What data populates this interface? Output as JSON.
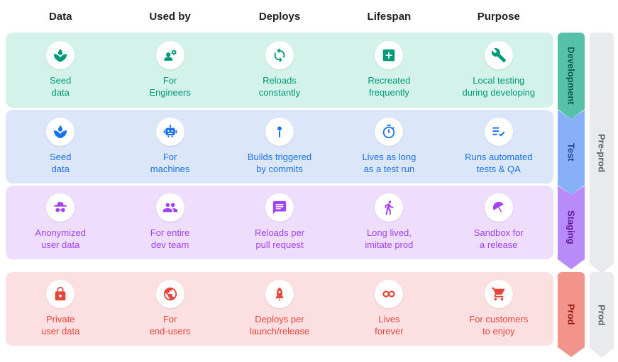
{
  "header": {
    "columns": [
      "Data",
      "Used by",
      "Deploys",
      "Lifespan",
      "Purpose"
    ]
  },
  "rows": [
    {
      "label": "Development",
      "colors": {
        "bg": "#d3f2e9",
        "text": "#00997a",
        "ribbon_bg": "#57c0a8",
        "ribbon_text": "#0b5a4a"
      },
      "cells": [
        {
          "icon": "seed-icon",
          "lines": [
            "Seed",
            "data"
          ]
        },
        {
          "icon": "engineers-icon",
          "lines": [
            "For",
            "Engineers"
          ]
        },
        {
          "icon": "sync-icon",
          "lines": [
            "Reloads",
            "constantly"
          ]
        },
        {
          "icon": "add-box-icon",
          "lines": [
            "Recreated",
            "frequently"
          ]
        },
        {
          "icon": "wrench-icon",
          "lines": [
            "Local testing",
            "during developing"
          ]
        }
      ]
    },
    {
      "label": "Test",
      "colors": {
        "bg": "#dbe6f9",
        "text": "#1a73e8",
        "ribbon_bg": "#87b0f8",
        "ribbon_text": "#1b4596"
      },
      "cells": [
        {
          "icon": "seed-icon",
          "lines": [
            "Seed",
            "data"
          ]
        },
        {
          "icon": "robot-icon",
          "lines": [
            "For",
            "machines"
          ]
        },
        {
          "icon": "commit-icon",
          "lines": [
            "Builds triggered",
            "by commits"
          ]
        },
        {
          "icon": "timer-icon",
          "lines": [
            "Lives as long",
            "as a test run"
          ]
        },
        {
          "icon": "checklist-icon",
          "lines": [
            "Runs automated",
            "tests & QA"
          ]
        }
      ]
    },
    {
      "label": "Staging",
      "colors": {
        "bg": "#eeddfd",
        "text": "#a142f4",
        "ribbon_bg": "#b88bf8",
        "ribbon_text": "#5e189e"
      },
      "cells": [
        {
          "icon": "incognito-icon",
          "lines": [
            "Anonymized",
            "user data"
          ]
        },
        {
          "icon": "team-icon",
          "lines": [
            "For entire",
            "dev team"
          ]
        },
        {
          "icon": "chat-icon",
          "lines": [
            "Reloads per",
            "pull request"
          ]
        },
        {
          "icon": "walking-icon",
          "lines": [
            "Long lived,",
            "imitate prod"
          ]
        },
        {
          "icon": "umbrella-icon",
          "lines": [
            "Sandbox for",
            "a release"
          ]
        }
      ]
    },
    {
      "label": "Prod",
      "colors": {
        "bg": "#fcdfe1",
        "text": "#e8453c",
        "ribbon_bg": "#f2938c",
        "ribbon_text": "#9c1a10"
      },
      "cells": [
        {
          "icon": "lock-icon",
          "lines": [
            "Private",
            "user data"
          ]
        },
        {
          "icon": "globe-icon",
          "lines": [
            "For",
            "end-users"
          ]
        },
        {
          "icon": "rocket-icon",
          "lines": [
            "Deploys per",
            "launch/release"
          ]
        },
        {
          "icon": "infinity-icon",
          "lines": [
            "Lives",
            "forever"
          ]
        },
        {
          "icon": "cart-icon",
          "lines": [
            "For customers",
            "to enjoy"
          ]
        }
      ]
    }
  ],
  "phase_ribbons": [
    {
      "label": "Pre-prod",
      "bg": "#e8eaee",
      "text": "#5f6368"
    },
    {
      "label": "Prod",
      "bg": "#e8eaee",
      "text": "#5f6368"
    }
  ]
}
